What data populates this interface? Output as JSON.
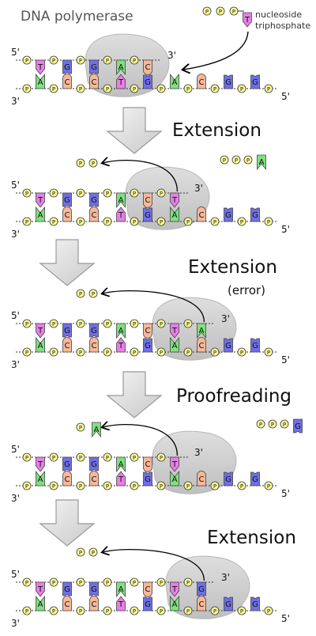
{
  "title": "DNA polymerase",
  "legend": {
    "label_line1": "nucleoside",
    "label_line2": "triphosphate",
    "base": "T",
    "phosphates": [
      "P",
      "P",
      "P"
    ]
  },
  "strand_end_labels": {
    "five_prime": "5'",
    "three_prime": "3'"
  },
  "phosphate_label": "P",
  "step_labels": [
    "Extension",
    "Extension",
    "Proofreading",
    "Extension"
  ],
  "step_sublabels": {
    "1": "(error)"
  },
  "colors": {
    "A": "#7fe07f",
    "T": "#e67fe6",
    "G": "#6f6fe6",
    "C": "#f5b89a",
    "phosphate": "#ffff99",
    "polymerase": "#c8c8c8",
    "arrow_fill": "#e6e6e6"
  },
  "template_strand": [
    "A",
    "C",
    "C",
    "T",
    "G",
    "A",
    "C",
    "G",
    "G"
  ],
  "panels": [
    {
      "name": "initial",
      "top_strand": [
        "T",
        "G",
        "G",
        "A",
        "C"
      ],
      "enzyme_over_index": 2.5,
      "incoming": {
        "base": "T",
        "phosphates": 3
      },
      "released": null
    },
    {
      "name": "after-extension",
      "top_strand": [
        "T",
        "G",
        "G",
        "A",
        "C",
        "T"
      ],
      "enzyme_over_index": 4,
      "incoming": {
        "base": "A",
        "phosphates": 3
      },
      "released": {
        "base": null,
        "phosphates": 2
      }
    },
    {
      "name": "after-error",
      "top_strand": [
        "T",
        "G",
        "G",
        "A",
        "C",
        "T",
        "A"
      ],
      "mismatch_index": 6,
      "enzyme_over_index": 5,
      "released": {
        "base": null,
        "phosphates": 2
      }
    },
    {
      "name": "after-proofreading",
      "top_strand": [
        "T",
        "G",
        "G",
        "A",
        "C",
        "T"
      ],
      "enzyme_over_index": 5,
      "incoming": {
        "base": "G",
        "phosphates": 3
      },
      "released": {
        "base": "A",
        "phosphates": 1
      }
    },
    {
      "name": "after-correct-extension",
      "top_strand": [
        "T",
        "G",
        "G",
        "A",
        "C",
        "T",
        "G"
      ],
      "enzyme_over_index": 5.5,
      "released": {
        "base": null,
        "phosphates": 2
      }
    }
  ]
}
